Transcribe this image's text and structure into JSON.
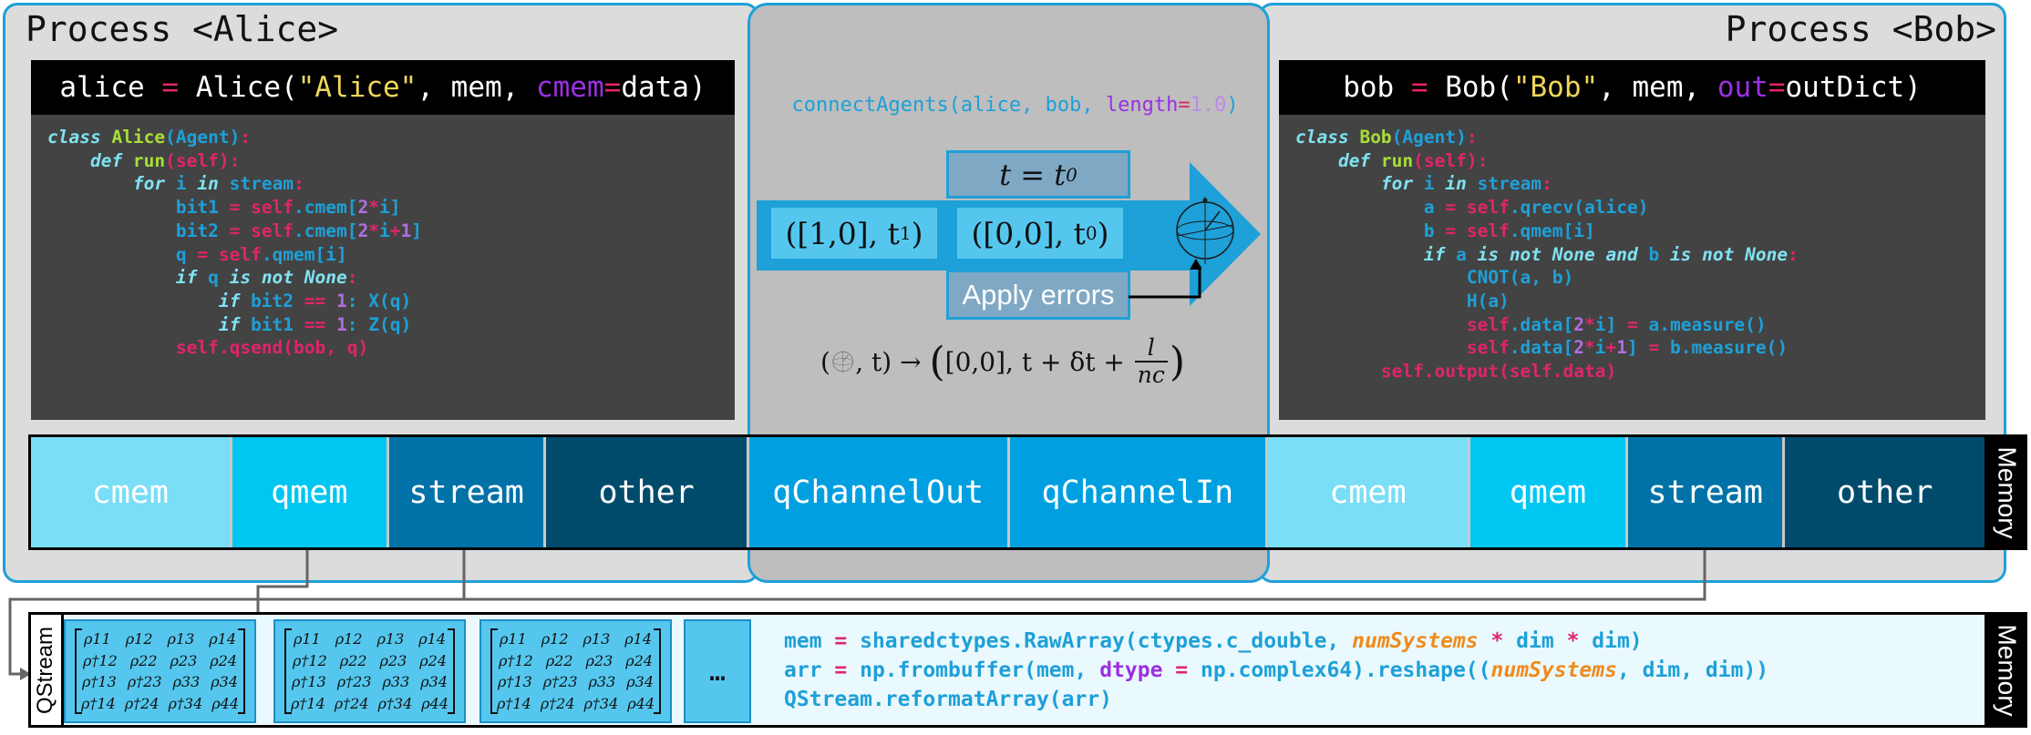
{
  "alice": {
    "title": "Process <Alice>",
    "ctor": {
      "var": "alice",
      "eq": " = ",
      "cls": "Alice(",
      "str": "\"Alice\"",
      "mid": ", mem, ",
      "kw": "cmem",
      "eq2": "=",
      "arg": "data)"
    },
    "code": {
      "l1a": "class ",
      "l1b": "Alice",
      "l1c": "(Agent)",
      "l1d": ":",
      "l2a": "    def ",
      "l2b": "run",
      "l2c": "(",
      "l2d": "self",
      "l2e": "):",
      "l3a": "        for ",
      "l3b": "i ",
      "l3c": "in ",
      "l3d": "stream",
      "l3e": ":",
      "l4a": "            bit1 ",
      "l4b": "= ",
      "l4c": "self",
      "l4d": ".cmem[",
      "l4e": "2",
      "l4f": "*",
      "l4g": "i]",
      "l5a": "            bit2 ",
      "l5b": "= ",
      "l5c": "self",
      "l5d": ".cmem[",
      "l5e": "2",
      "l5f": "*",
      "l5g": "i",
      "l5h": "+",
      "l5i": "1",
      "l5j": "]",
      "l6a": "            q ",
      "l6b": "= ",
      "l6c": "self",
      "l6d": ".qmem[i]",
      "l7a": "            if ",
      "l7b": "q ",
      "l7c": "is not ",
      "l7d": "None",
      "l7e": ":",
      "l8a": "                if ",
      "l8b": "bit2 ",
      "l8c": "== ",
      "l8d": "1",
      "l8e": ": X(q)",
      "l9a": "                if ",
      "l9b": "bit1 ",
      "l9c": "== ",
      "l9d": "1",
      "l9e": ": Z(q)",
      "l10a": "            ",
      "l10b": "self",
      "l10c": ".qsend(bob, q)"
    }
  },
  "bob": {
    "title": "Process <Bob>",
    "ctor": {
      "var": "bob",
      "eq": " = ",
      "cls": "Bob(",
      "str": "\"Bob\"",
      "mid": ", mem, ",
      "kw": "out",
      "eq2": "=",
      "arg": "outDict)"
    },
    "code": {
      "l1a": "class ",
      "l1b": "Bob",
      "l1c": "(Agent)",
      "l1d": ":",
      "l2a": "    def ",
      "l2b": "run",
      "l2c": "(",
      "l2d": "self",
      "l2e": "):",
      "l3a": "        for ",
      "l3b": "i ",
      "l3c": "in ",
      "l3d": "stream",
      "l3e": ":",
      "l4a": "            a ",
      "l4b": "= ",
      "l4c": "self",
      "l4d": ".qrecv(alice)",
      "l5a": "            b ",
      "l5b": "= ",
      "l5c": "self",
      "l5d": ".qmem[i]",
      "l6a": "            if ",
      "l6b": "a ",
      "l6c": "is not ",
      "l6d": "None ",
      "l6e": "and ",
      "l6f": "b ",
      "l6g": "is not ",
      "l6h": "None",
      "l6i": ":",
      "l7a": "                CNOT(a, b)",
      "l8a": "                H(a)",
      "l9a": "                ",
      "l9b": "self",
      "l9c": ".data[",
      "l9d": "2",
      "l9e": "*",
      "l9f": "i] ",
      "l9g": "= ",
      "l9h": "a.measure()",
      "l10a": "                ",
      "l10b": "self",
      "l10c": ".data[",
      "l10d": "2",
      "l10e": "*",
      "l10f": "i",
      "l10g": "+",
      "l10h": "1",
      "l10i": "] ",
      "l10j": "= ",
      "l10k": "b.measure()",
      "l11a": "        ",
      "l11b": "self",
      "l11c": ".output(",
      "l11d": "self",
      "l11e": ".data)"
    }
  },
  "channel": {
    "connect": {
      "a": "connectAgents(alice, bob, ",
      "kw": "length",
      "eq": "=",
      "num": "1.0",
      "close": ")"
    },
    "time_label": "t = t",
    "time_sub": "0",
    "packet1": {
      "text": "([1,0], t",
      "sub": "1",
      "close": ")"
    },
    "packet2": {
      "text": "([0,0], t",
      "sub": "0",
      "close": ")"
    },
    "apply_errors": "Apply errors",
    "formula": {
      "open": "(",
      "mid": ", t) → ",
      "vec": "[0,0], t + δt + ",
      "num": "l",
      "den": "nc"
    }
  },
  "memory_bar": {
    "cells": [
      "cmem",
      "qmem",
      "stream",
      "other",
      "qChannelOut",
      "qChannelIn",
      "cmem",
      "qmem",
      "stream",
      "other"
    ],
    "colors": [
      "#79def6",
      "#00c6f2",
      "#0072a8",
      "#004b6c",
      "#00a0e0",
      "#00a0e0",
      "#79def6",
      "#00c6f2",
      "#0072a8",
      "#004b6c"
    ],
    "label": "Memory"
  },
  "qstream": {
    "label": "QStream",
    "matrix": [
      [
        "ρ11",
        "ρ12",
        "ρ13",
        "ρ14"
      ],
      [
        "ρ†12",
        "ρ22",
        "ρ23",
        "ρ24"
      ],
      [
        "ρ†13",
        "ρ†23",
        "ρ33",
        "ρ34"
      ],
      [
        "ρ†14",
        "ρ†24",
        "ρ†34",
        "ρ44"
      ]
    ],
    "ellipsis": "…",
    "code": {
      "l1a": "mem ",
      "l1b": "= ",
      "l1c": "sharedctypes.RawArray(ctypes.c_double, ",
      "l1d": "numSystems",
      "l1e": " * ",
      "l1f": "dim ",
      "l1g": "* ",
      "l1h": "dim)",
      "l2a": "arr ",
      "l2b": "= ",
      "l2c": "np.frombuffer(mem, ",
      "l2d": "dtype",
      "l2e": " = ",
      "l2f": "np.complex64).reshape((",
      "l2g": "numSystems",
      "l2h": ", dim, dim))",
      "l3a": "QStream.reformatArray(arr)"
    },
    "label_right": "Memory"
  }
}
